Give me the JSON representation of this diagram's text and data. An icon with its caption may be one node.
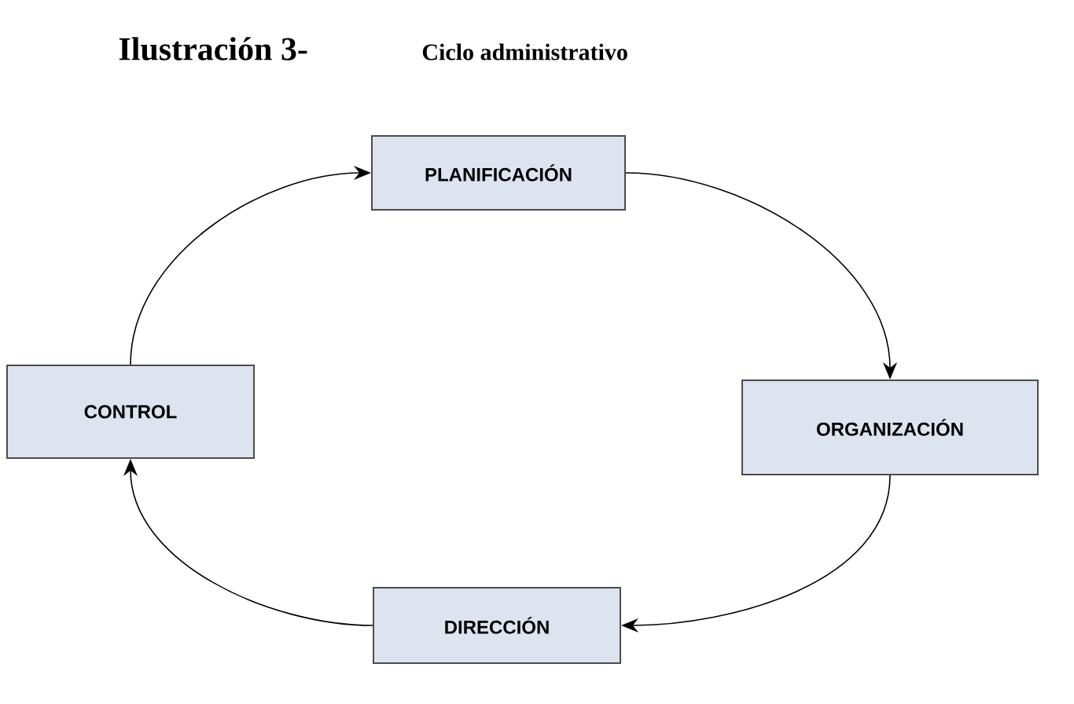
{
  "diagram": {
    "title": "Ilustración 3-",
    "nodes": [
      {
        "text": [
          "PLANIFICACIÓN"
        ]
      },
      {
        "text": [
          "ORGANIZACIÓN"
        ]
      },
      {
        "text": [
          "DIRECCIÓN"
        ]
      },
      {
        "text": [
          "CONTROL"
        ]
      }
    ],
    "edges": [
      {
        "from": 0,
        "to": 1,
        "arrow": "to"
      },
      {
        "from": 1,
        "to": 2,
        "arrow": "to"
      },
      {
        "from": 2,
        "to": 3,
        "arrow": "to"
      },
      {
        "from": 3,
        "to": 0,
        "arrow": "to"
      }
    ],
    "labels": [
      "Ciclo administrativo"
    ]
  }
}
